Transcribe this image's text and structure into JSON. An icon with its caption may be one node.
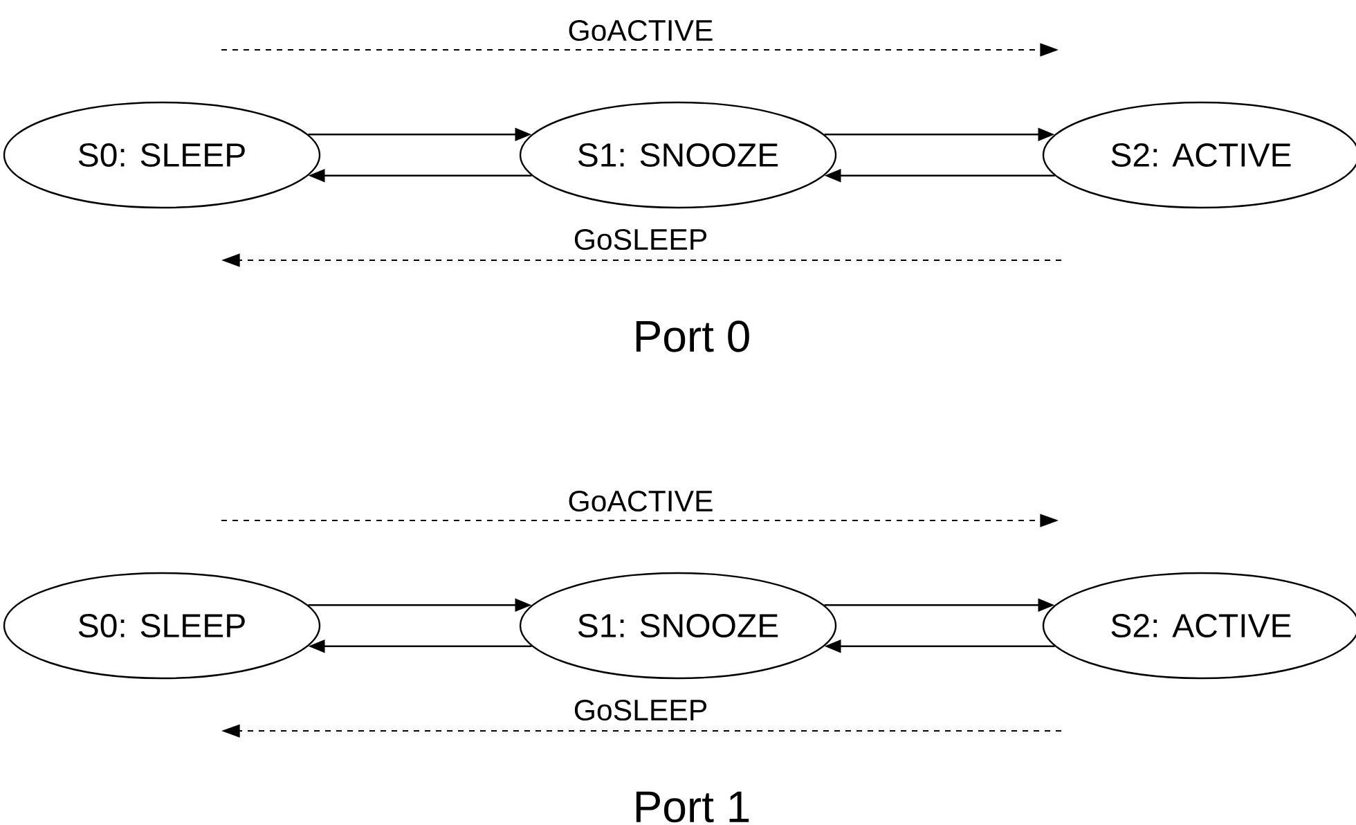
{
  "diagram": {
    "nodes": [
      {
        "text": [
          "S0: SLEEP"
        ]
      },
      {
        "text": [
          "S1: SNOOZE"
        ]
      },
      {
        "text": [
          "S2: ACTIVE"
        ]
      },
      {
        "text": [
          "S0: SLEEP"
        ]
      },
      {
        "text": [
          "S1: SNOOZE"
        ]
      },
      {
        "text": [
          "S2: ACTIVE"
        ]
      }
    ],
    "edges": [
      {
        "from": 0,
        "to": 1,
        "arrow": "to"
      },
      {
        "from": 1,
        "to": 0,
        "arrow": "to"
      },
      {
        "from": 1,
        "to": 2,
        "arrow": "to"
      },
      {
        "from": 2,
        "to": 1,
        "arrow": "to"
      },
      {
        "from": 3,
        "to": 4,
        "arrow": "to"
      },
      {
        "from": 4,
        "to": 3,
        "arrow": "to"
      },
      {
        "from": 4,
        "to": 5,
        "arrow": "to"
      },
      {
        "from": 5,
        "to": 4,
        "arrow": "to"
      }
    ],
    "labels": [
      "GoACTIVE",
      "GoSLEEP",
      "Port 0",
      "GoACTIVE",
      "GoSLEEP",
      "Port 1"
    ]
  }
}
